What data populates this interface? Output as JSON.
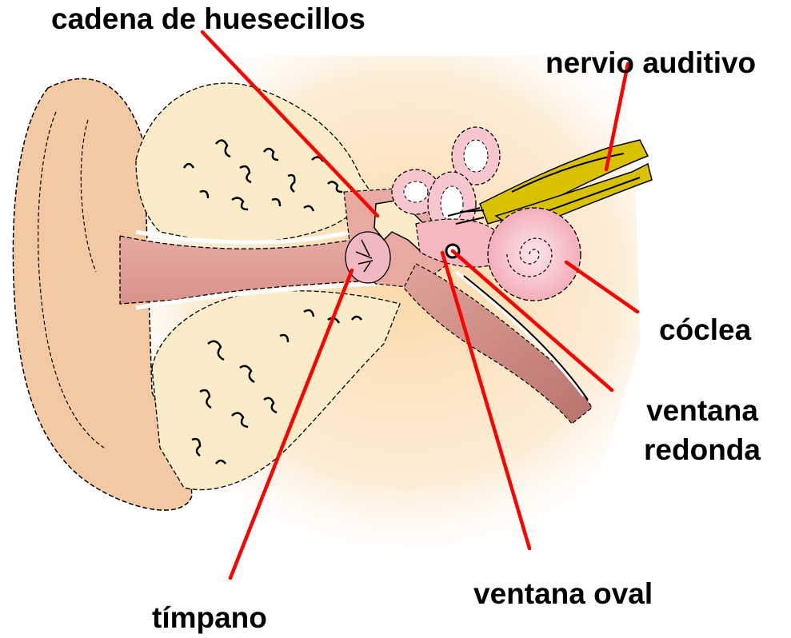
{
  "labels": {
    "ossicles": "cadena de huesecillos",
    "auditory_nerve": "nervio auditivo",
    "cochlea": "cóclea",
    "round_window_line1": "ventana",
    "round_window_line2": "redonda",
    "oval_window": "ventana oval",
    "eardrum": "tímpano"
  },
  "colors": {
    "pointer_line": "#ff0000",
    "skin": "#f5cfa8",
    "canal": "#e8a9a0",
    "bone": "#fbecc9",
    "background_glow": "#fde3c0",
    "cochlea": "#f7c1c8",
    "nerve": "#d8c200",
    "canal_tube": "#c98a86"
  }
}
